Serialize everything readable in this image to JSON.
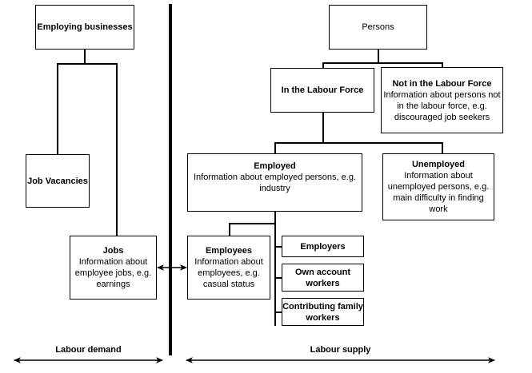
{
  "diagram": {
    "title_present": false,
    "stroke_color": "#000000",
    "background_color": "#ffffff",
    "boxes": {
      "employing_businesses": {
        "title": "Employing businesses",
        "description": ""
      },
      "job_vacancies": {
        "title": "Job Vacancies",
        "description": ""
      },
      "jobs": {
        "title": "Jobs",
        "description": "Information about employee jobs, e.g. earnings"
      },
      "persons": {
        "title": "Persons",
        "description": ""
      },
      "in_labour_force": {
        "title": "In the Labour Force",
        "description": ""
      },
      "not_in_labour_force": {
        "title": "Not in the Labour Force",
        "description": "Information about persons not in the labour force, e.g. discouraged job seekers"
      },
      "employed": {
        "title": "Employed",
        "description": "Information about employed persons, e.g. industry"
      },
      "unemployed": {
        "title": "Unemployed",
        "description": "Information about unemployed persons, e.g. main difficulty in finding work"
      },
      "employees": {
        "title": "Employees",
        "description": "Information about employees, e.g. casual status"
      },
      "employers": {
        "title": "Employers",
        "description": ""
      },
      "own_account_workers": {
        "title": "Own account workers",
        "description": ""
      },
      "contributing_family_workers": {
        "title": "Contributing family workers",
        "description": ""
      }
    },
    "axis_labels": {
      "left": "Labour demand",
      "right": "Labour supply"
    }
  }
}
